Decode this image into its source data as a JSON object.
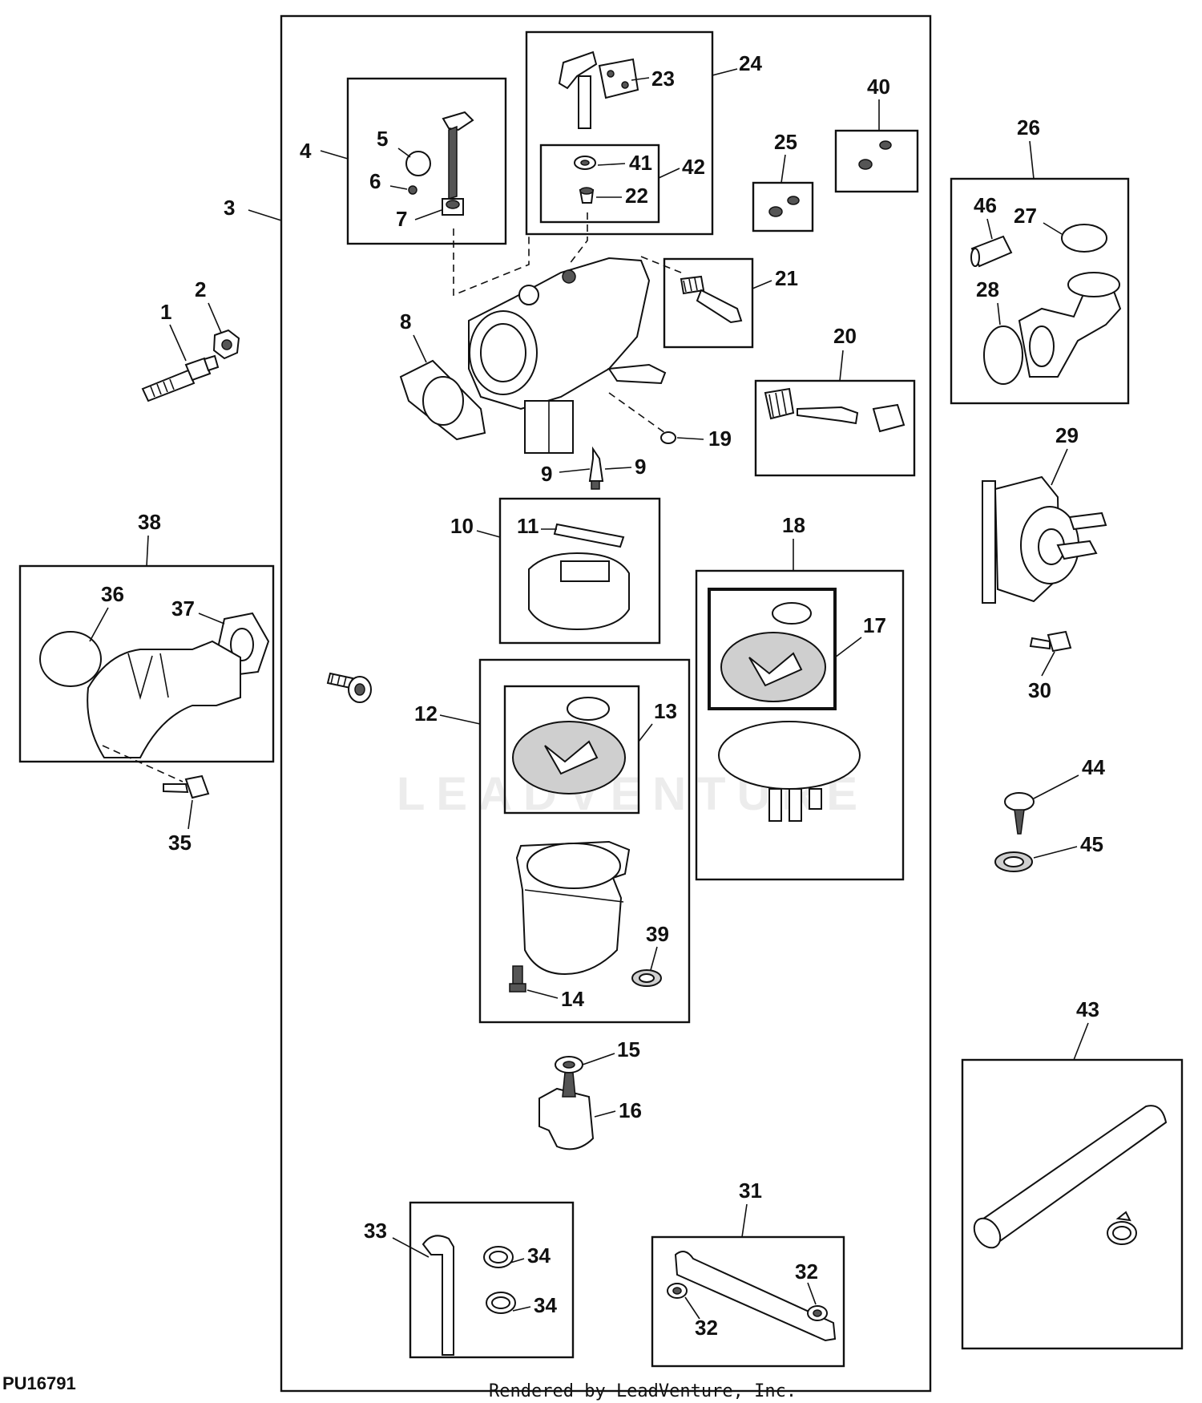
{
  "diagram_code": "PU16791",
  "credit": "Rendered by LeadVenture, Inc.",
  "watermark": "LEADVENTURE",
  "callouts": {
    "c1": "1",
    "c2": "2",
    "c3": "3",
    "c4": "4",
    "c5": "5",
    "c6": "6",
    "c7": "7",
    "c8": "8",
    "c9a": "9",
    "c9b": "9",
    "c10": "10",
    "c11": "11",
    "c12": "12",
    "c13": "13",
    "c14": "14",
    "c15": "15",
    "c16": "16",
    "c17": "17",
    "c18": "18",
    "c19": "19",
    "c20": "20",
    "c21": "21",
    "c22": "22",
    "c23": "23",
    "c24": "24",
    "c25": "25",
    "c26": "26",
    "c27": "27",
    "c28": "28",
    "c29": "29",
    "c30": "30",
    "c31": "31",
    "c32a": "32",
    "c32b": "32",
    "c33": "33",
    "c34a": "34",
    "c34b": "34",
    "c35": "35",
    "c36": "36",
    "c37": "37",
    "c38": "38",
    "c39": "39",
    "c40": "40",
    "c41": "41",
    "c42": "42",
    "c43": "43",
    "c44": "44",
    "c45": "45",
    "c46": "46"
  }
}
